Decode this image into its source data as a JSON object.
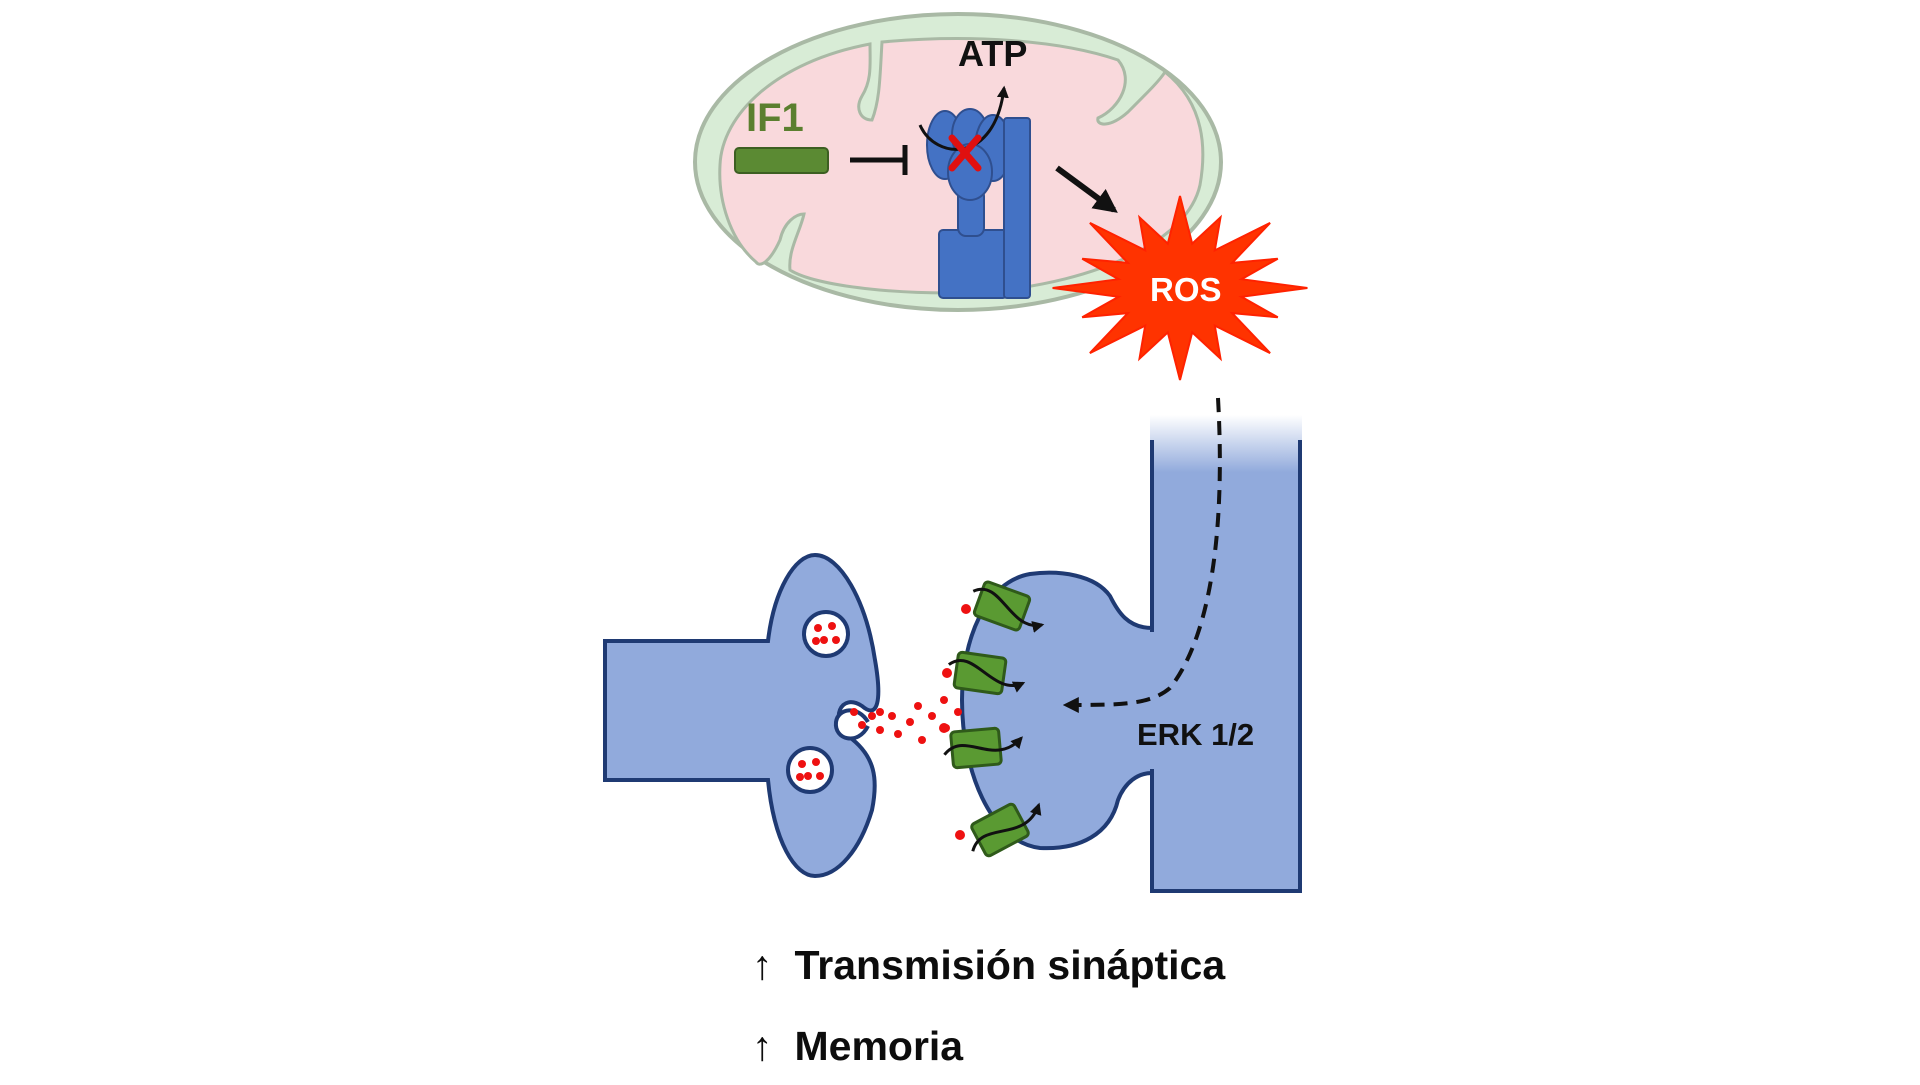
{
  "labels": {
    "if1": "IF1",
    "atp": "ATP",
    "ros": "ROS",
    "erk": "ERK 1/2"
  },
  "outcomes": [
    {
      "arrow": "↑",
      "text": "Transmisión sináptica"
    },
    {
      "arrow": "↑",
      "text": "Memoria"
    }
  ],
  "colors": {
    "mito_outer": "#d8ecd6",
    "mito_inner": "#f9d9dc",
    "mito_stroke": "#a9b9a5",
    "synapse_blue": "#91aadc",
    "synapse_stroke": "#1f3a73",
    "atp_synthase": "#4472c4",
    "if1_green": "#5b8a33",
    "ros_red": "#ff3300",
    "receptor_green": "#5a9a32",
    "neurotransmitter": "#ee1111"
  }
}
